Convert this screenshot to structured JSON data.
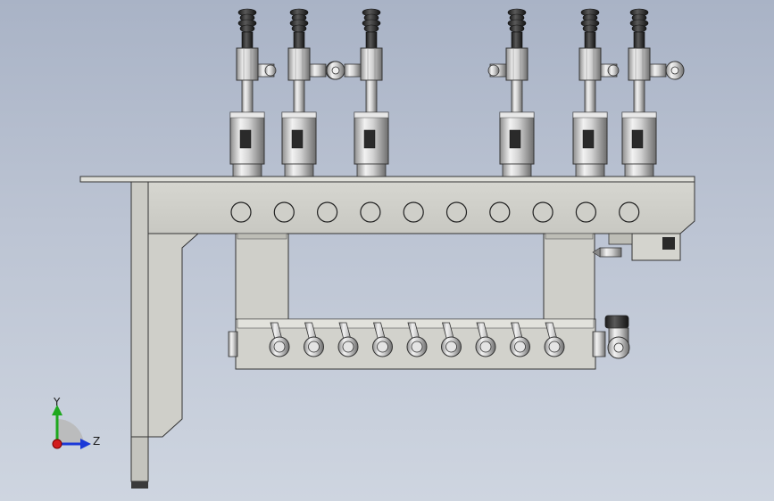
{
  "viewport": {
    "model": "vacuum-suction-gripper-assembly",
    "colors": {
      "background_top": "#a9b3c6",
      "background_bottom": "#ced5e0",
      "frame": "#cfcfc9",
      "frame_edge": "#3a3a3a",
      "cup": "#2e2e2e",
      "steel": "#b8b8b8"
    }
  },
  "triad": {
    "y_label": "Y",
    "z_label": "Z",
    "colors": {
      "y": "#1ea81e",
      "z": "#1b39d8",
      "x": "#d21c1c"
    }
  },
  "assembly": {
    "suction_unit_count": 6,
    "mounting_hole_count": 10,
    "manifold_port_count": 9
  }
}
